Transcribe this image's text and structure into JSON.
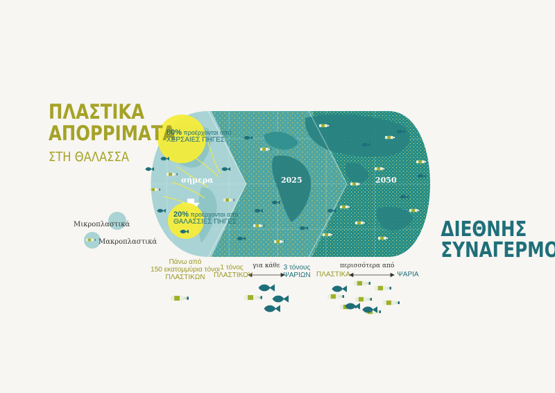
{
  "title": {
    "line1": "ΠΛΑΣΤΙΚΑ",
    "line2": "ΑΠΟΡΡΙΜΑΤΑ",
    "line3": "ΣΤΗ ΘΑΛΑΣΣΑ"
  },
  "alarm": {
    "line1": "ΔΙΕΘΝΗΣ",
    "line2": "ΣΥΝΑΓΕΡΜΟΣ"
  },
  "eras": {
    "today": "σήμερα",
    "mid": "2025",
    "future": "2050"
  },
  "land_source": {
    "percent": "80%",
    "text1": "προέρχονται από",
    "text2": "ΧΕΡΣΑΙΕΣ ΠΗΓΕΣ"
  },
  "sea_source": {
    "percent": "20%",
    "text1": "προέρχονται από",
    "text2": "ΘΑΛΑΣΣΙΕΣ ΠΗΓΕΣ"
  },
  "legend": {
    "micro": "Μικροπλαστικά",
    "macro": "Μακροπλαστικά"
  },
  "stat_today": {
    "line1": "Πάνω από",
    "line2": "150 εκατομμύρια τόνοι",
    "line3": "ΠΛΑΣΤΙΚΩΝ"
  },
  "stat_2025": {
    "left1": "1 τόνος",
    "left2": "ΠΛΑΣΤΙΚΟΥ",
    "middle": "για κάθε",
    "right1": "3 τόνους",
    "right2": "ΨΑΡΙΩΝ"
  },
  "stat_2050": {
    "left": "ΠΛΑΣΤΙΚΑ",
    "middle": "περισσότερα από",
    "right": "ΨΑΡΙΑ"
  },
  "colors": {
    "olive": "#a5a226",
    "teal_dark": "#1f6f7a",
    "ocean_today": "#a9d3d4",
    "ocean_2025": "#4ea6a4",
    "ocean_2050": "#1e8b8a",
    "highlight": "#f4ec3a"
  },
  "icons": {
    "fish": "fish-icon",
    "bottle": "plastic-bottle-icon",
    "boat": "ship-icon",
    "arrow": "double-arrow-icon"
  }
}
